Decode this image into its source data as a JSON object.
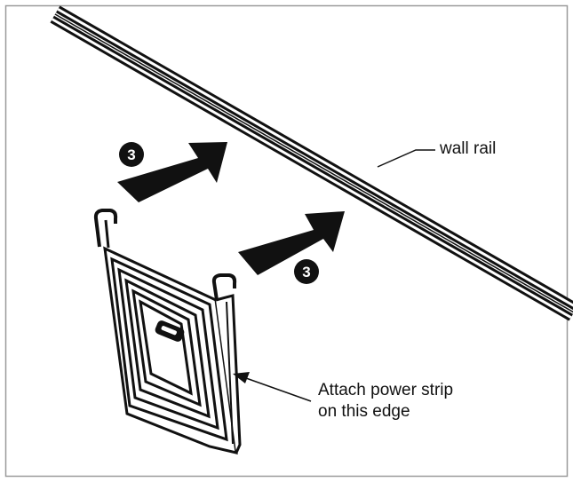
{
  "figure": {
    "labels": {
      "wall_rail": "wall rail",
      "attach_line1": "Attach power strip",
      "attach_line2": "on this edge"
    },
    "steps": {
      "step_a": "3",
      "step_b": "3"
    },
    "colors": {
      "ink": "#111111",
      "paper": "#ffffff",
      "frame": "#999999"
    }
  }
}
